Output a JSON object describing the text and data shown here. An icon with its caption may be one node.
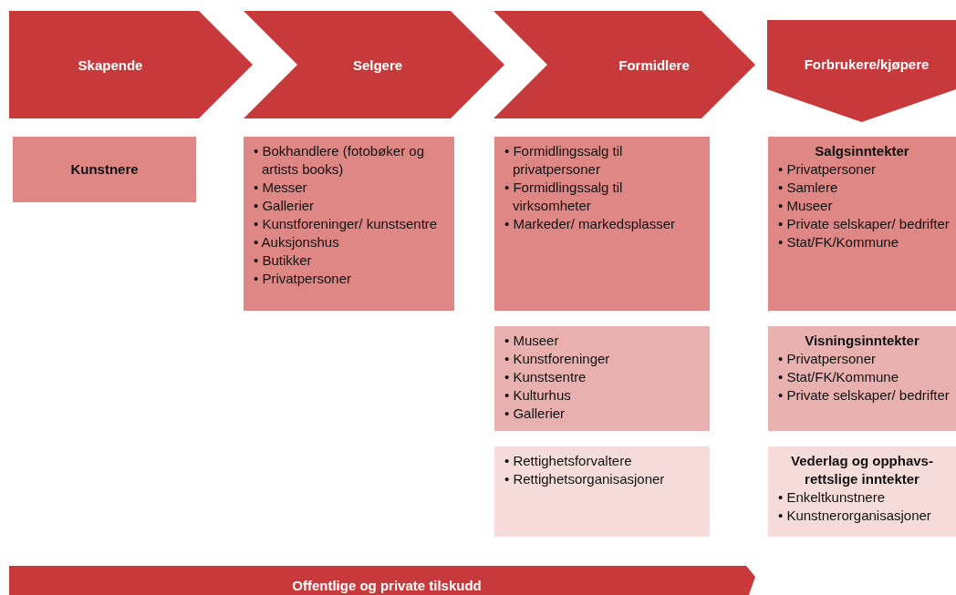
{
  "diagram": {
    "nodes": [
      {
        "text": [
          "Skapende"
        ]
      },
      {
        "text": [
          "Selgere"
        ]
      },
      {
        "text": [
          "Formidlere"
        ]
      },
      {
        "text": [
          "Forbrukere/kjøpere"
        ]
      },
      {
        "text": [
          "Kunstnere"
        ]
      },
      {
        "text": [
          "• Bokhandlere (fotobøker og artists books)",
          "• Messer",
          "• Gallerier",
          "• Kunstforeninger/ kunstsentre",
          "• Auksjonshus",
          "• Butikker",
          "• Privatpersoner"
        ]
      },
      {
        "text": [
          "• Formidlingssalg til privatpersoner",
          "• Formidlingssalg til virksomheter",
          "• Markeder/ markedsplasser"
        ]
      },
      {
        "text": [
          "Salgsinntekter",
          "• Privatpersoner",
          "• Samlere",
          "• Museer",
          "• Private selskaper/ bedrifter",
          "• Stat/FK/Kommune"
        ]
      },
      {
        "text": [
          "• Museer",
          "• Kunstforeninger",
          "• Kunstsentre",
          "• Kulturhus",
          "• Gallerier"
        ]
      },
      {
        "text": [
          "Visningsinntekter",
          "• Privatpersoner",
          "• Stat/FK/Kommune",
          "• Private selskaper/ bedrifter"
        ]
      },
      {
        "text": [
          "• Rettighetsforvaltere",
          "• Rettighetsorganisasjoner"
        ]
      },
      {
        "text": [
          "Vederlag og opphavs-rettslige inntekter",
          "• Enkeltkunstnere",
          "• Kunstnerorganisasjoner"
        ]
      },
      {
        "text": [
          "Offentlige og private tilskudd"
        ]
      }
    ],
    "edges": []
  }
}
